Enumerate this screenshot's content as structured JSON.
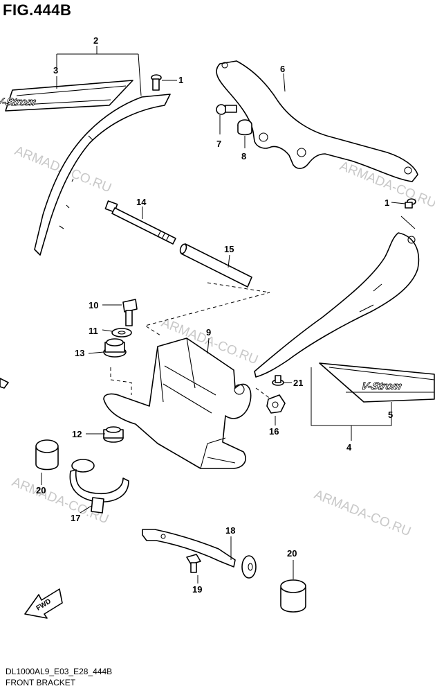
{
  "figure": {
    "title": "FIG.444B",
    "code": "DL1000AL9_E03_E28_444B",
    "name": "FRONT BRACKET"
  },
  "watermark": "ARMADA-CO.RU",
  "decal_text": "V-Strom",
  "fwd_label": "FWD",
  "callouts": {
    "c1a": "1",
    "c1b": "1",
    "c2": "2",
    "c3": "3",
    "c4": "4",
    "c5": "5",
    "c6": "6",
    "c7": "7",
    "c8": "8",
    "c9": "9",
    "c10": "10",
    "c11": "11",
    "c12": "12",
    "c13": "13",
    "c14": "14",
    "c15": "15",
    "c16": "16",
    "c17": "17",
    "c18": "18",
    "c19": "19",
    "c20a": "20",
    "c20b": "20",
    "c21": "21"
  },
  "colors": {
    "line": "#000000",
    "watermark": "#c8c8c8",
    "background": "#ffffff"
  }
}
